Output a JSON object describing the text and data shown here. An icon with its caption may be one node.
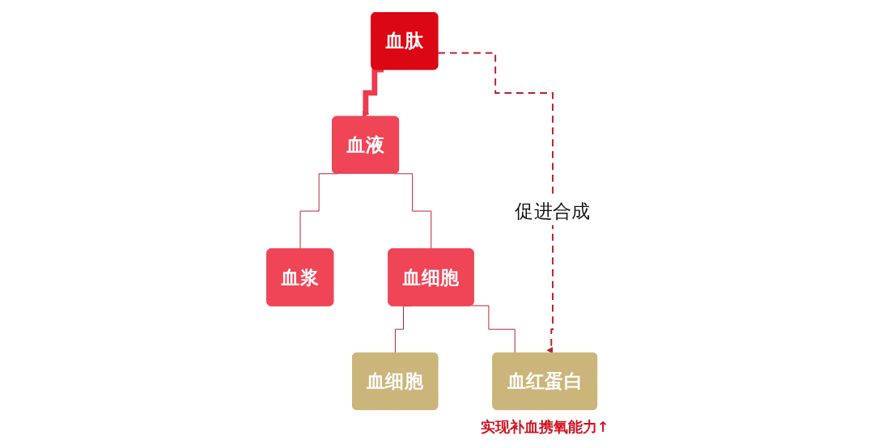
{
  "diagram": {
    "nodes": [
      {
        "text": [
          "血液"
        ]
      },
      {
        "text": [
          "血浆"
        ]
      },
      {
        "text": [
          "血细胞"
        ]
      },
      {
        "text": [
          "血细胞"
        ]
      },
      {
        "text": [
          "血红蛋白"
        ],
        "beside": [
          "实现补血携氧能力↑"
        ]
      },
      {
        "text": [
          "血肽"
        ]
      }
    ],
    "edges": [
      {
        "from": 0,
        "to": 1,
        "arrow": "none"
      },
      {
        "from": 0,
        "to": 2,
        "arrow": "none"
      },
      {
        "from": 2,
        "to": 3,
        "arrow": "none"
      },
      {
        "from": 2,
        "to": 4,
        "arrow": "none"
      },
      {
        "from": 5,
        "to": 0,
        "arrow": "to",
        "style": "thick",
        "color": "#ec3b4c"
      },
      {
        "from": 5,
        "to": 4,
        "arrow": "to",
        "style": "dashed",
        "label": "促进合成"
      }
    ]
  }
}
